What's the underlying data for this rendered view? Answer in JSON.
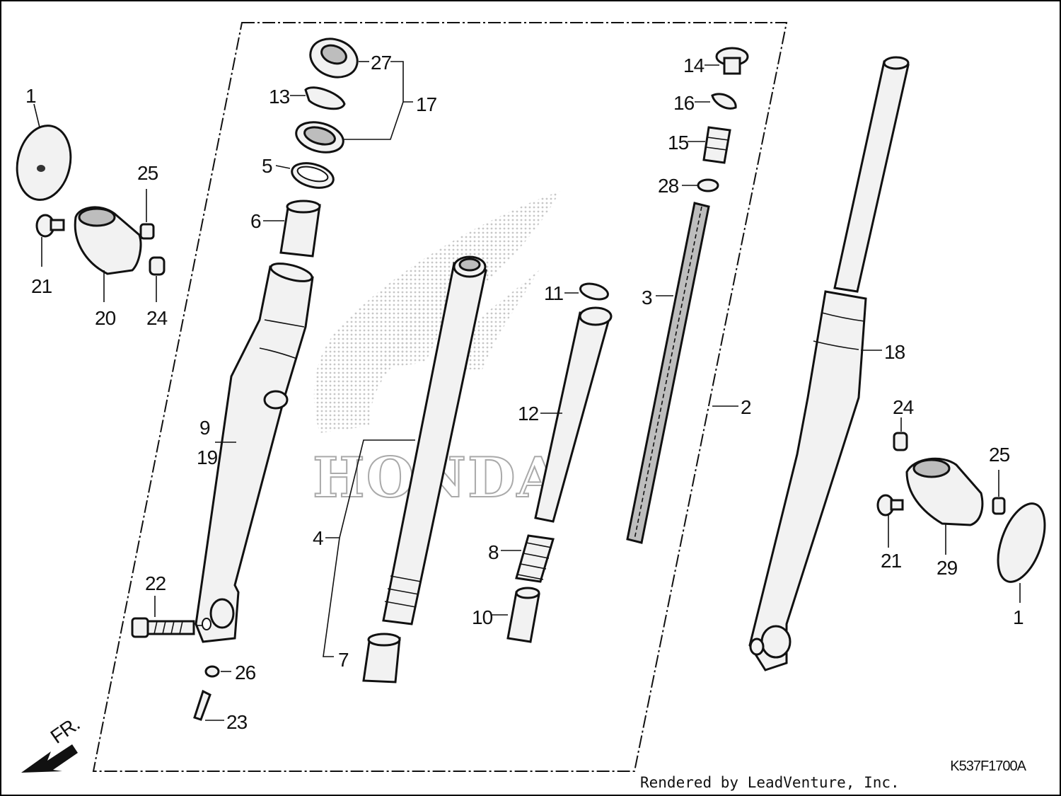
{
  "diagram": {
    "callouts": [
      "1",
      "25",
      "21",
      "20",
      "24",
      "27",
      "13",
      "17",
      "5",
      "6",
      "9",
      "19",
      "22",
      "26",
      "23",
      "4",
      "7",
      "11",
      "12",
      "8",
      "10",
      "14",
      "16",
      "15",
      "28",
      "3",
      "2",
      "18",
      "24",
      "25",
      "21",
      "29",
      "1"
    ],
    "watermark": "HONDA",
    "front_marker": "FR.",
    "diagram_code": "K537F1700A",
    "credit": "Rendered by LeadVenture, Inc."
  }
}
